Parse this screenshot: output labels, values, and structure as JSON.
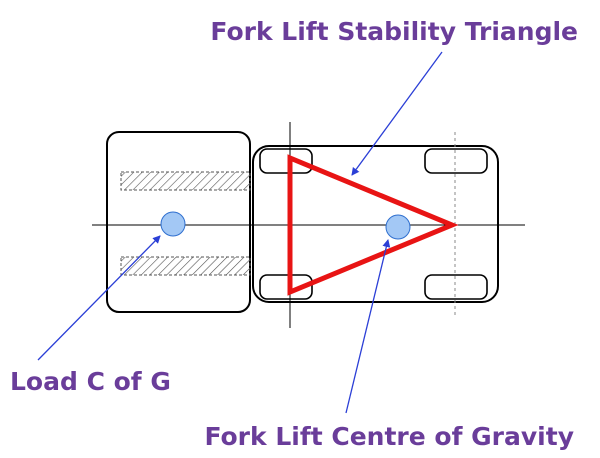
{
  "labels": {
    "stability_triangle": "Fork Lift Stability Triangle",
    "load_cog": "Load C of G",
    "forklift_cog": "Fork Lift Centre of Gravity"
  },
  "colors": {
    "label_text": "#6a3d9a",
    "pointer_arrow": "#2b3fd6",
    "triangle": "#e81414",
    "cog_dot_fill": "#a3c8f5",
    "cog_dot_stroke": "#2f6fcf",
    "outline": "#000000",
    "axle_dashed": "#888888"
  }
}
